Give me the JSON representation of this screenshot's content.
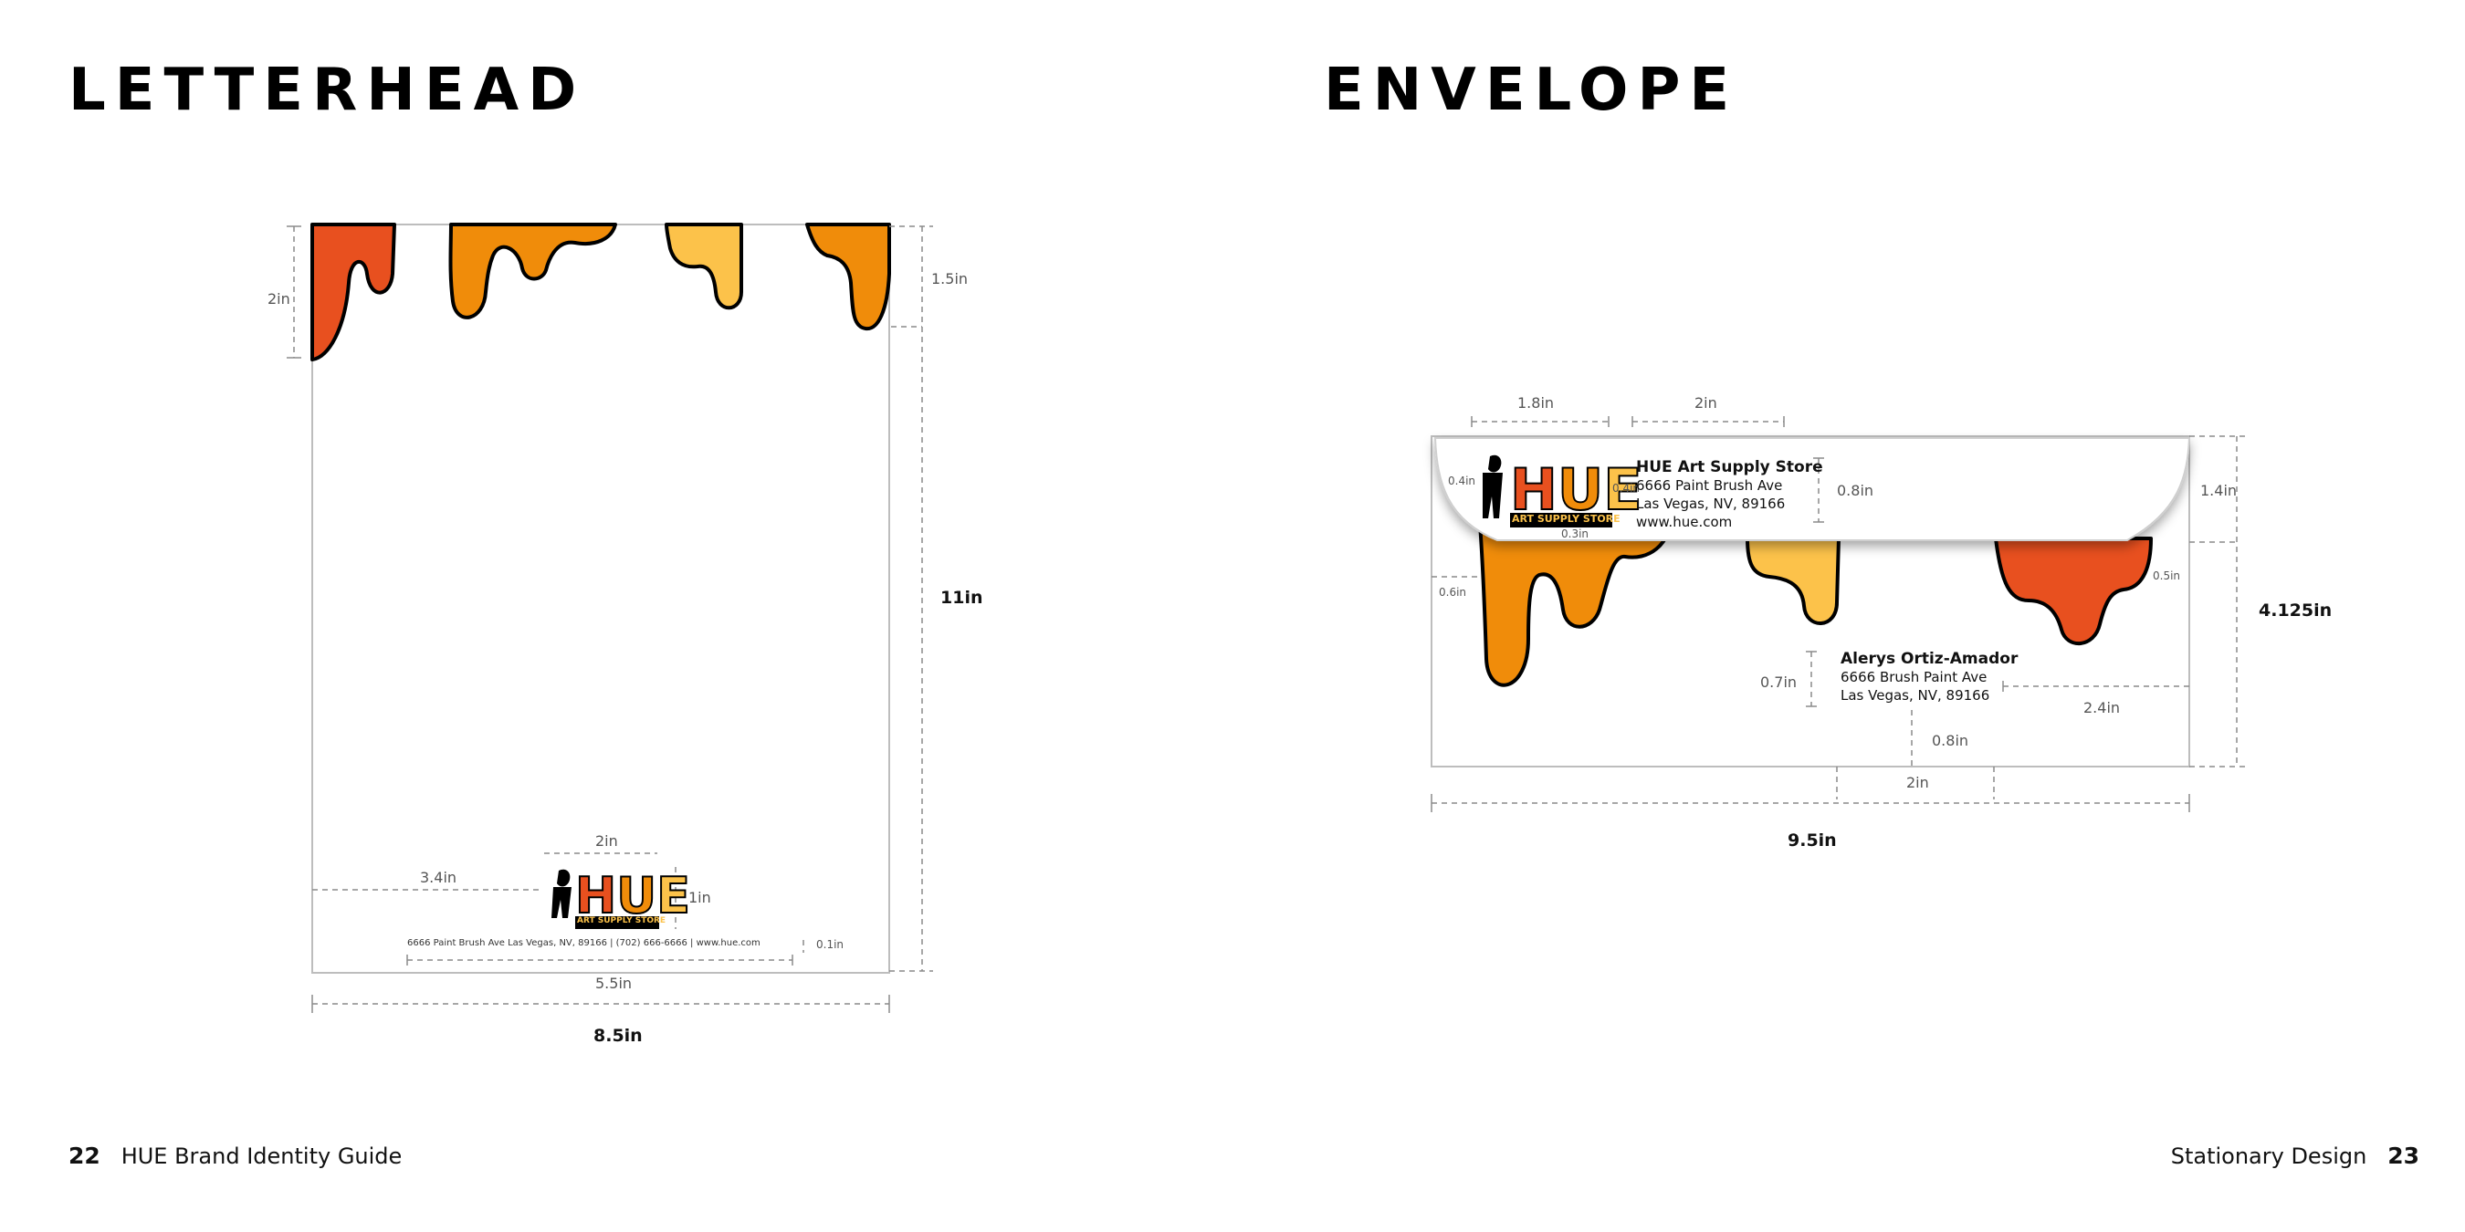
{
  "titles": {
    "letterhead": "LETTERHEAD",
    "envelope": "ENVELOPE"
  },
  "footer": {
    "left_page": "22",
    "left_text": "HUE Brand Identity Guide",
    "right_text": "Stationary Design",
    "right_page": "23"
  },
  "logo": {
    "word": "HUE",
    "tagline": "ART SUPPLY STORE"
  },
  "letterhead": {
    "dims": {
      "top_drip": "2in",
      "right_top": "1.5in",
      "height": "11in",
      "logo_width": "2in",
      "logo_left": "3.4in",
      "logo_height": "1in",
      "footer_gap": "0.1in",
      "footer_width": "5.5in",
      "width": "8.5in"
    },
    "footer_line": "6666 Paint Brush Ave Las Vegas, NV, 89166   |   (702) 666-6666   |   www.hue.com"
  },
  "envelope": {
    "dims": {
      "logo_width": "1.8in",
      "return_width": "2in",
      "logo_margin_left": "0.4in",
      "logo_gap": "0.4in",
      "logo_bottom": "0.3in",
      "return_height": "0.8in",
      "flap_height": "1.4in",
      "right_margin": "0.5in",
      "height": "4.125in",
      "left_margin": "0.6in",
      "recipient_height": "0.7in",
      "recipient_right": "2.4in",
      "recipient_bottom": "0.8in",
      "recipient_width": "2in",
      "width": "9.5in"
    },
    "return_address": {
      "name": "HUE Art Supply Store",
      "line1": "6666 Paint Brush Ave",
      "line2": "Las Vegas, NV, 89166",
      "line3": "www.hue.com"
    },
    "recipient": {
      "name": "Alerys Ortiz-Amador",
      "line1": "6666 Brush Paint Ave",
      "line2": "Las Vegas, NV, 89166"
    }
  },
  "colors": {
    "red": "#e8501f",
    "orange": "#f08c0a",
    "yellow": "#fcc24a",
    "ink": "#111111"
  }
}
